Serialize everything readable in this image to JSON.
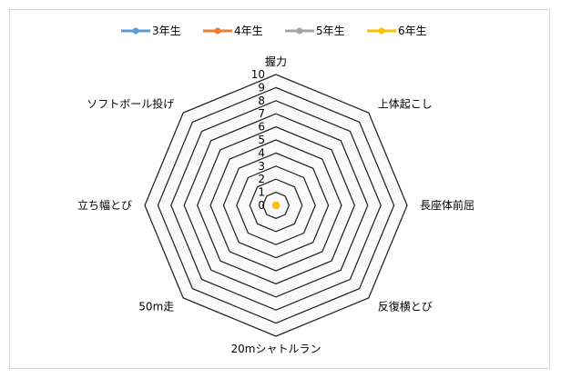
{
  "chart_data": {
    "type": "radar",
    "title": "",
    "categories": [
      "握力",
      "上体起こし",
      "長座体前屈",
      "反復横とび",
      "20mシャトルラン",
      "50m走",
      "立ち幅とび",
      "ソフトボール投げ"
    ],
    "axes": [
      "握力",
      "上体起こし",
      "長座体前屈",
      "反復横とび",
      "20mシャトルラン",
      "50m走",
      "立ち幅とび",
      "ソフトボール投げ"
    ],
    "rlim": [
      0,
      10
    ],
    "ticks": [
      "0",
      "1",
      "2",
      "3",
      "4",
      "5",
      "6",
      "7",
      "8",
      "9",
      "10"
    ],
    "legend_position": "top",
    "series": [
      {
        "name": "3年生",
        "color": "#5b9bd5",
        "values": [
          0,
          0,
          0,
          0,
          0,
          0,
          0,
          0
        ]
      },
      {
        "name": "4年生",
        "color": "#ed7d31",
        "values": [
          0,
          0,
          0,
          0,
          0,
          0,
          0,
          0
        ]
      },
      {
        "name": "5年生",
        "color": "#a5a5a5",
        "values": [
          0,
          0,
          0,
          0,
          0,
          0,
          0,
          0
        ]
      },
      {
        "name": "6年生",
        "color": "#ffc000",
        "values": [
          0,
          0,
          0,
          0,
          0,
          0,
          0,
          0
        ]
      }
    ]
  }
}
